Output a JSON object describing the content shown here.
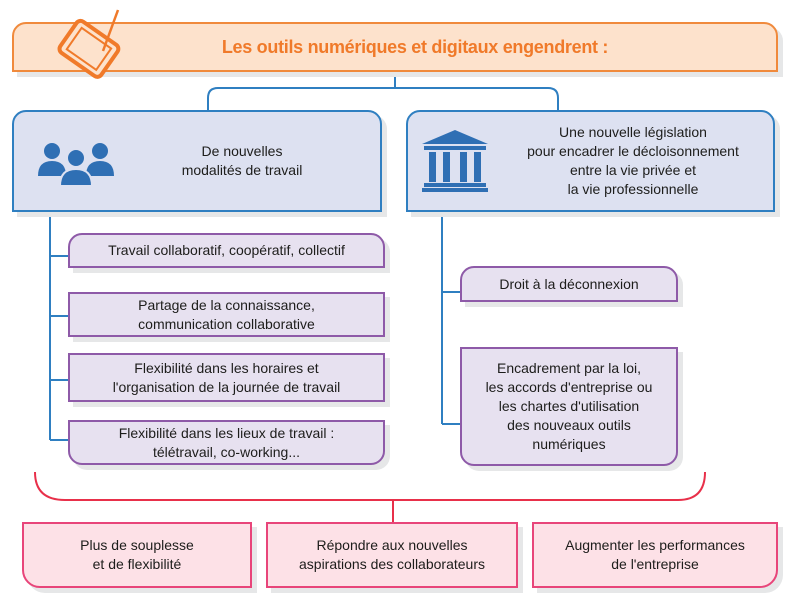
{
  "title": "Les outils numériques et digitaux engendrent :",
  "left_category": {
    "label_lines": [
      "De nouvelles",
      "modalités de travail"
    ],
    "icon": "people-group-icon",
    "items": [
      [
        "Travail collaboratif, coopératif, collectif"
      ],
      [
        "Partage de la connaissance,",
        "communication collaborative"
      ],
      [
        "Flexibilité dans les horaires et",
        "l'organisation de la journée de travail"
      ],
      [
        "Flexibilité dans les lieux de travail :",
        "télétravail, co-working..."
      ]
    ]
  },
  "right_category": {
    "label_lines": [
      "Une nouvelle législation",
      "pour encadrer le décloisonnement",
      "entre la vie privée et",
      "la vie professionnelle"
    ],
    "icon": "courthouse-icon",
    "items": [
      [
        "Droit à la déconnexion"
      ],
      [
        "Encadrement par la loi,",
        "les accords d'entreprise ou",
        "les chartes d'utilisation",
        "des nouveaux outils",
        "numériques"
      ]
    ]
  },
  "results": [
    [
      "Plus de souplesse",
      "et de flexibilité"
    ],
    [
      "Répondre aux nouvelles",
      "aspirations des collaborateurs"
    ],
    [
      "Augmenter les performances",
      "de l'entreprise"
    ]
  ],
  "colors": {
    "orange": "#f07a2a",
    "blue": "#2f7fc1",
    "purple": "#8e5aa8",
    "red": "#e8304a",
    "pink": "#e8457a"
  }
}
